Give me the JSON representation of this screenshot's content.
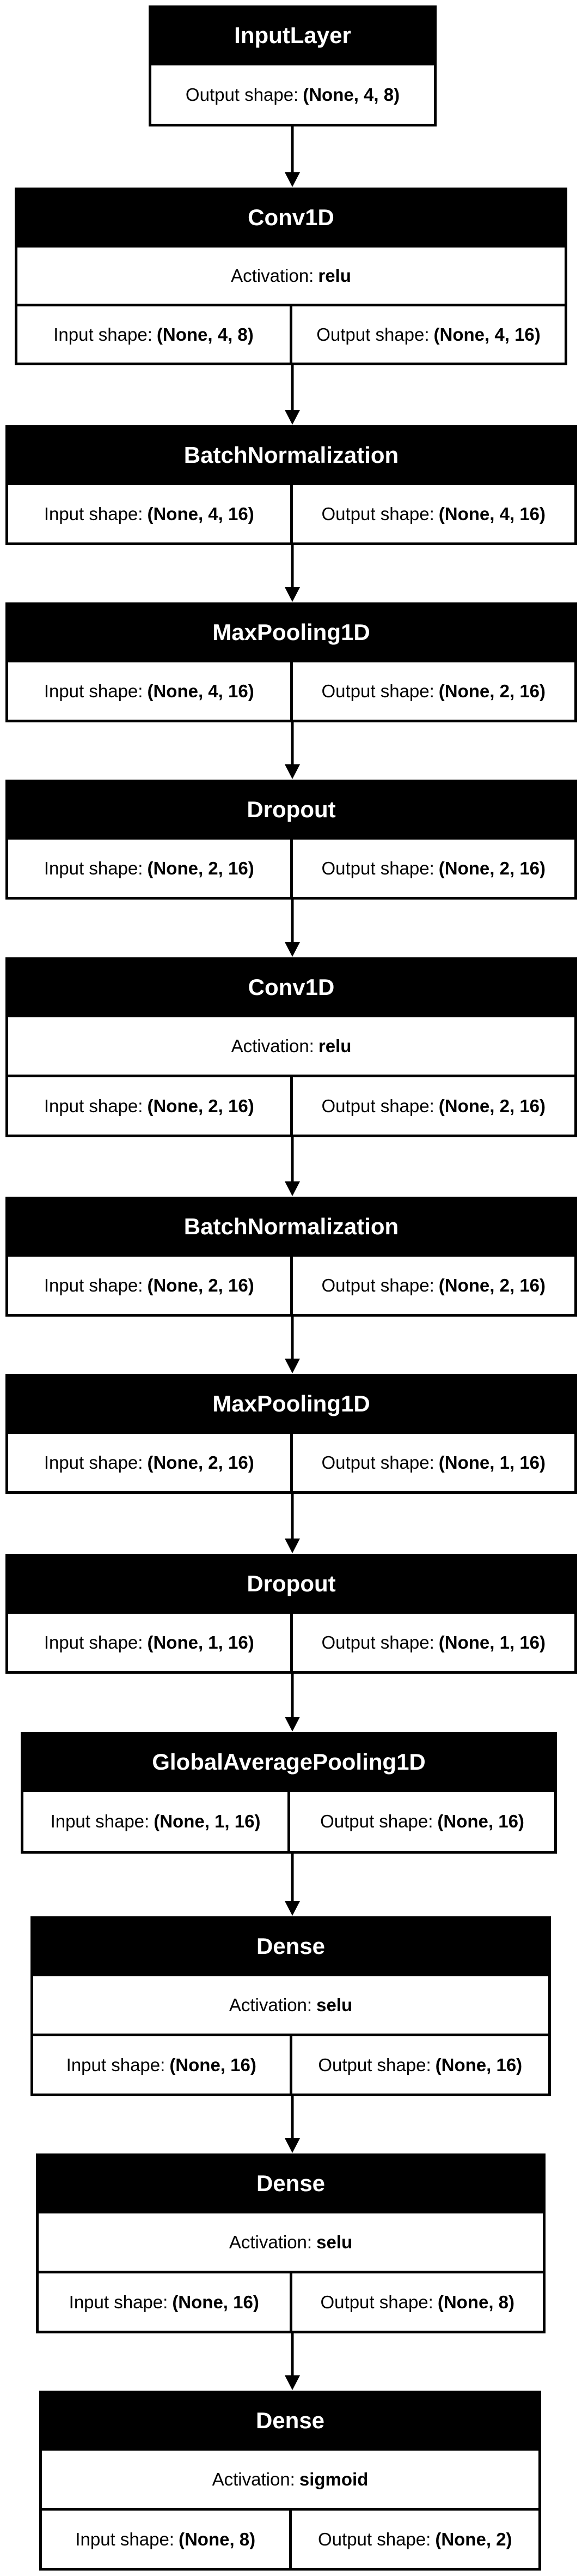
{
  "labels": {
    "output": "Output shape:",
    "input": "Input shape:",
    "activation": "Activation:"
  },
  "layers": [
    {
      "name": "InputLayer",
      "output": "(None, 4, 8)"
    },
    {
      "name": "Conv1D",
      "activation": "relu",
      "input": "(None, 4, 8)",
      "output": "(None, 4, 16)"
    },
    {
      "name": "BatchNormalization",
      "input": "(None, 4, 16)",
      "output": "(None, 4, 16)"
    },
    {
      "name": "MaxPooling1D",
      "input": "(None, 4, 16)",
      "output": "(None, 2, 16)"
    },
    {
      "name": "Dropout",
      "input": "(None, 2, 16)",
      "output": "(None, 2, 16)"
    },
    {
      "name": "Conv1D",
      "activation": "relu",
      "input": "(None, 2, 16)",
      "output": "(None, 2, 16)"
    },
    {
      "name": "BatchNormalization",
      "input": "(None, 2, 16)",
      "output": "(None, 2, 16)"
    },
    {
      "name": "MaxPooling1D",
      "input": "(None, 2, 16)",
      "output": "(None, 1, 16)"
    },
    {
      "name": "Dropout",
      "input": "(None, 1, 16)",
      "output": "(None, 1, 16)"
    },
    {
      "name": "GlobalAveragePooling1D",
      "input": "(None, 1, 16)",
      "output": "(None, 16)"
    },
    {
      "name": "Dense",
      "activation": "selu",
      "input": "(None, 16)",
      "output": "(None, 16)"
    },
    {
      "name": "Dense",
      "activation": "selu",
      "input": "(None, 16)",
      "output": "(None, 8)"
    },
    {
      "name": "Dense",
      "activation": "sigmoid",
      "input": "(None, 8)",
      "output": "(None, 2)"
    }
  ]
}
